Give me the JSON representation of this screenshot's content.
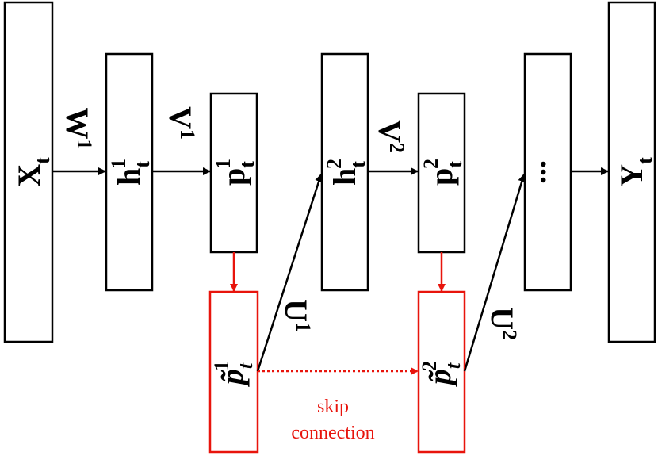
{
  "diagram": {
    "colors": {
      "line": "#000000",
      "accent": "#e8140c"
    },
    "nodes": {
      "x_t": {
        "main": "X",
        "sub": "t"
      },
      "h1": {
        "main": "h",
        "sub": "t",
        "sup": "1"
      },
      "p1": {
        "main": "p",
        "sub": "t",
        "sup": "1"
      },
      "h2": {
        "main": "h",
        "sub": "t",
        "sup": "2"
      },
      "p2": {
        "main": "p",
        "sub": "t",
        "sup": "2"
      },
      "dots": {
        "main": "..."
      },
      "y_t": {
        "main": "Y",
        "sub": "t"
      },
      "pt1": {
        "main": "p̃",
        "sub": "t",
        "sup": "1"
      },
      "pt2": {
        "main": "p̃",
        "sub": "t",
        "sup": "2"
      }
    },
    "weights": {
      "w1": {
        "main": "W",
        "sup": "1"
      },
      "v1": {
        "main": "V",
        "sup": "1"
      },
      "v2": {
        "main": "V",
        "sup": "2"
      },
      "u1": {
        "main": "U",
        "sup": "1"
      },
      "u2": {
        "main": "U",
        "sup": "2"
      }
    },
    "skip_label": {
      "line1": "skip",
      "line2": "connection"
    }
  }
}
